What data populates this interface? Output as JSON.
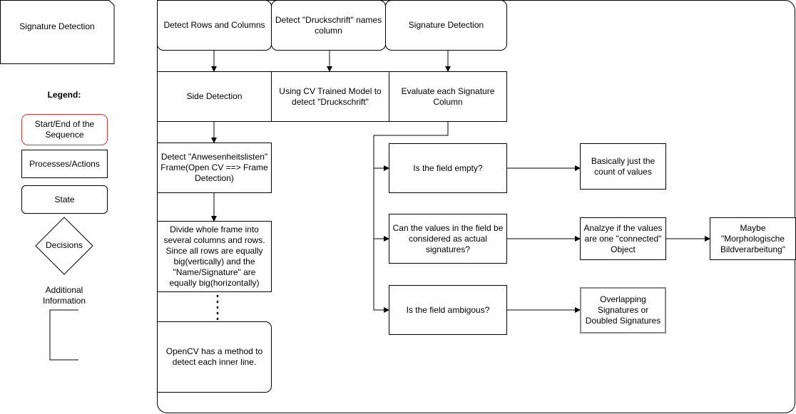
{
  "legend": {
    "title": "Signature Detection",
    "heading": "Legend:",
    "start_end": "Start/End of the Sequence",
    "processes": "Processes/Actions",
    "state": "State",
    "decisions": "Decisions",
    "additional": "Additional Information"
  },
  "colors": {
    "start_end_border": "#e03030",
    "line": "#000000",
    "gray_border": "#888888"
  },
  "flow": {
    "detect_rows_cols": "Detect Rows and Columns",
    "detect_druck": "Detect \"Druckschrift\" names column",
    "signature_detection": "Signature Detection",
    "side_detection": "Side Detection",
    "cv_model": "Using CV Trained Model to detect \"Druckschrift\"",
    "evaluate_sig": "Evaluate each Signature Column",
    "detect_frame": "Detect \"Anwesenheitslisten\" Frame(Open CV ==> Frame Detection)",
    "divide_frame": "Divide whole frame into several columns and rows. Since all rows are equally big(vertically) and the \"Name/Signature\" are equally big(horizontally)",
    "opencv_note": "OpenCV has a method to detect each inner line.",
    "field_empty": "Is the field empty?",
    "count_values": "Basically just the count of values",
    "actual_sigs": "Can the values in the field be considered as  actual signatures?",
    "connected_obj": "Analzye if the values are one \"connected\" Object",
    "morph": "Maybe \"Morphologische Bildverarbeitung\"",
    "ambiguous": "Is the field ambigous?",
    "overlapping": "Overlapping Signatures or Doubled Signatures"
  }
}
